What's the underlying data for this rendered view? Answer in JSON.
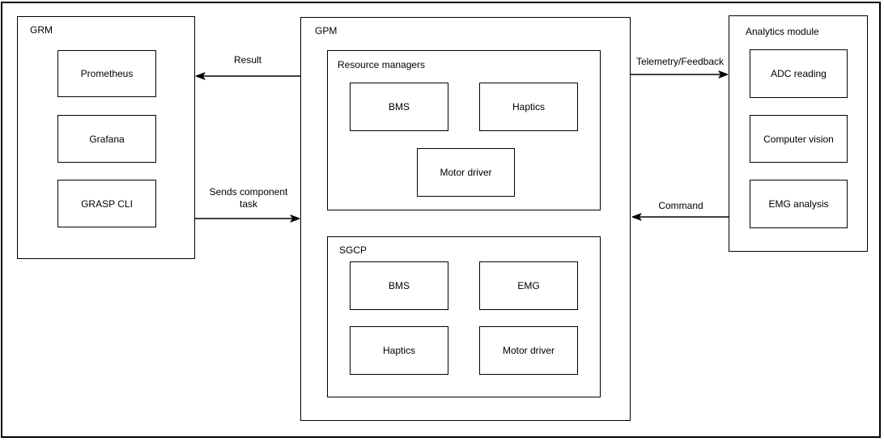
{
  "diagram": {
    "background": "#ffffff",
    "line_color": "#000000",
    "text_color": "#000000",
    "grm": {
      "label": "GRM",
      "nodes": [
        "Prometheus",
        "Grafana",
        "GRASP CLI"
      ]
    },
    "gpm": {
      "label": "GPM",
      "resource_managers": {
        "label": "Resource managers",
        "nodes": [
          "BMS",
          "Haptics",
          "Motor driver"
        ]
      },
      "sgcp": {
        "label": "SGCP",
        "nodes": [
          "BMS",
          "EMG",
          "Haptics",
          "Motor driver"
        ]
      }
    },
    "analytics": {
      "label": "Analytics module",
      "nodes": [
        "ADC reading",
        "Computer vision",
        "EMG analysis"
      ]
    },
    "arrows": [
      {
        "label": "Result",
        "from": "GPM",
        "to": "GRM",
        "direction": "left"
      },
      {
        "label": "Sends component task",
        "from": "GRM",
        "to": "GPM",
        "direction": "right"
      },
      {
        "label": "Telemetry/Feedback",
        "from": "GPM",
        "to": "Analytics module",
        "direction": "right"
      },
      {
        "label": "Command",
        "from": "Analytics module",
        "to": "GPM",
        "direction": "left"
      }
    ]
  }
}
